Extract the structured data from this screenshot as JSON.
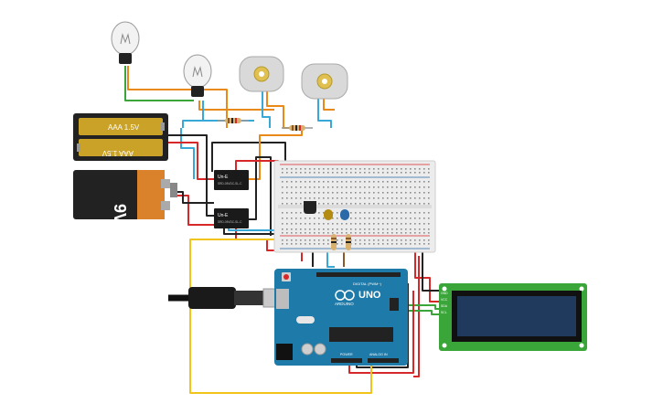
{
  "battery_aaa": {
    "label_top": "AAA 1.5V",
    "label_bottom": "AAA 1.5V",
    "color": "#c9a227"
  },
  "battery_9v": {
    "label": "9V",
    "body_color": "#222222",
    "cap_color": "#d9822b"
  },
  "relays": [
    {
      "line1": "Un-E",
      "line2": "SRD-05VDC-SL-C"
    },
    {
      "line1": "Un-E",
      "line2": "SRD-05VDC-SL-C"
    }
  ],
  "arduino": {
    "logo": "UNO",
    "brand": "ARDUINO",
    "header_digital": "DIGITAL (PWM~)",
    "header_power": "POWER",
    "header_analog": "ANALOG IN",
    "board_color": "#1e7aa8"
  },
  "lcd": {
    "pins": [
      "GND",
      "VCC",
      "SDA",
      "SCL"
    ],
    "board_color": "#3aa63a",
    "screen_color": "#1f3a5c"
  },
  "components": {
    "bulbs": 2,
    "dc_motors": 2,
    "led_colors": [
      "#b38b10",
      "#2a6aa8"
    ]
  },
  "wire_colors": {
    "red": "#d62828",
    "black": "#222222",
    "orange": "#e8891a",
    "green": "#3aa63a",
    "cyan": "#38a9d6",
    "yellow": "#f2c318",
    "brown": "#8a5a2b"
  }
}
